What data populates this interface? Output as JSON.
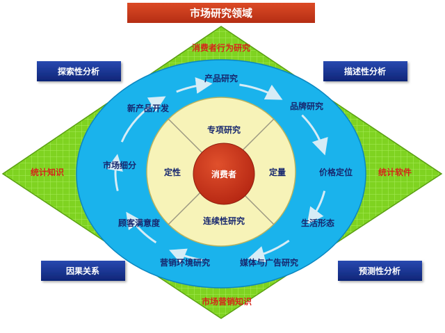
{
  "title": "市场研究领域",
  "diamond": {
    "top": "消费者行为研究",
    "left": "统计知识",
    "right": "统计软件",
    "bottom": "市场营销知识"
  },
  "corner_boxes": {
    "top_left": "探索性分析",
    "top_right": "描述性分析",
    "bottom_left": "因果关系",
    "bottom_right": "预测性分析"
  },
  "ring_items": [
    "产品研究",
    "品牌研究",
    "价格定位",
    "生活形态",
    "媒体与广告研究",
    "营销环境研究",
    "顾客满意度",
    "市场细分",
    "新产品开发"
  ],
  "inner": {
    "top": "专项研究",
    "left": "定性",
    "right": "定量",
    "bottom": "连续性研究",
    "center": "消费者"
  },
  "colors": {
    "title_bg": "#c5391c",
    "diamond_fill": "#7fd321",
    "ellipse_fill": "#1ab3ec",
    "inner_fill": "#f7f3b8",
    "center_fill": "#c7321a",
    "box_fill": "#15328e",
    "red_text": "#d4261a",
    "navy_text": "#17276e"
  }
}
